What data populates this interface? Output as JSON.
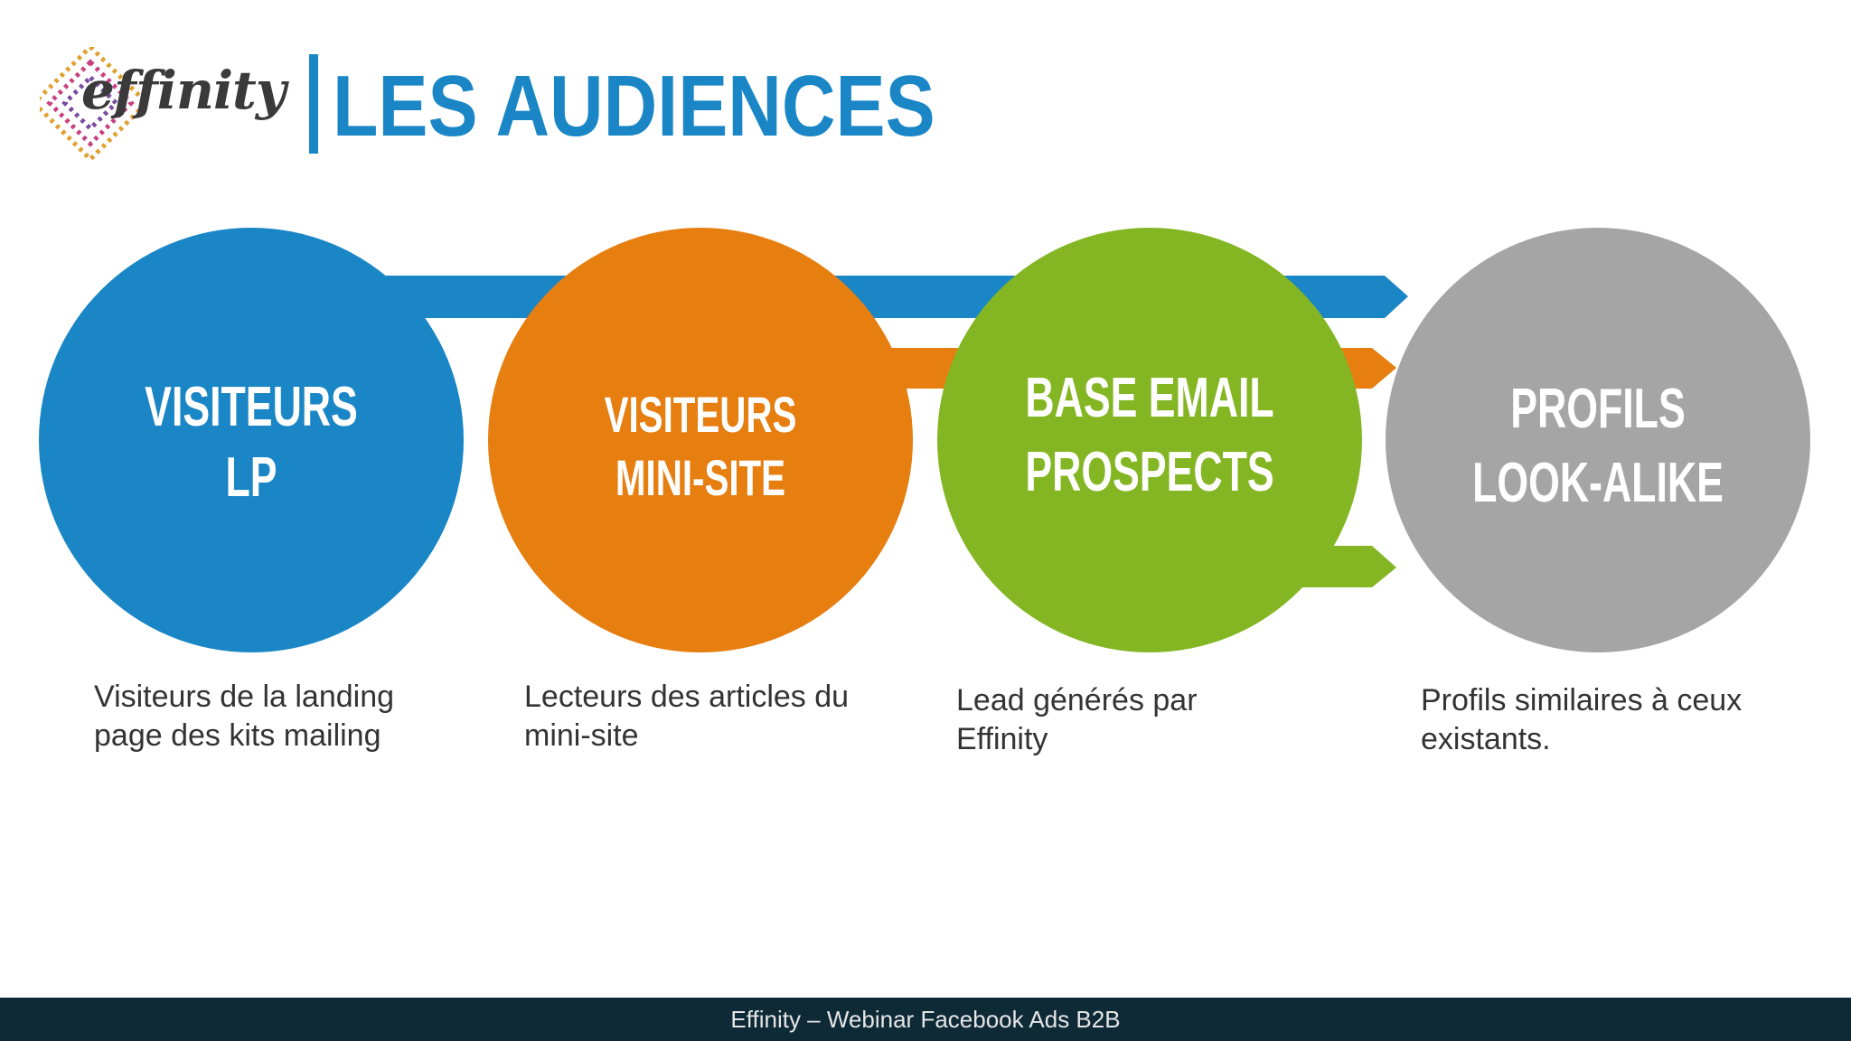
{
  "header": {
    "logo_text": "effinity",
    "title": "LES AUDIENCES"
  },
  "colors": {
    "blue": "#1a86c6",
    "orange": "#e67e10",
    "green": "#84b623",
    "gray": "#a5a5a5",
    "footer_bg": "#0e2a36"
  },
  "audiences": [
    {
      "line1": "VISITEURS",
      "line2": "LP",
      "color": "#1a86c6",
      "description_line1": "Visiteurs de la landing",
      "description_line2": "page des kits mailing"
    },
    {
      "line1": "VISITEURS",
      "line2": "MINI-SITE",
      "color": "#e67e10",
      "description_line1": "Lecteurs des articles du",
      "description_line2": "mini-site"
    },
    {
      "line1": "BASE EMAIL",
      "line2": "PROSPECTS",
      "color": "#84b623",
      "description_line1": "Lead générés par",
      "description_line2": "Effinity"
    },
    {
      "line1": "PROFILS",
      "line2": "LOOK-ALIKE",
      "color": "#a5a5a5",
      "description_line1": "Profils similaires à ceux",
      "description_line2": "existants."
    }
  ],
  "footer": {
    "text": "Effinity – Webinar Facebook Ads B2B"
  }
}
